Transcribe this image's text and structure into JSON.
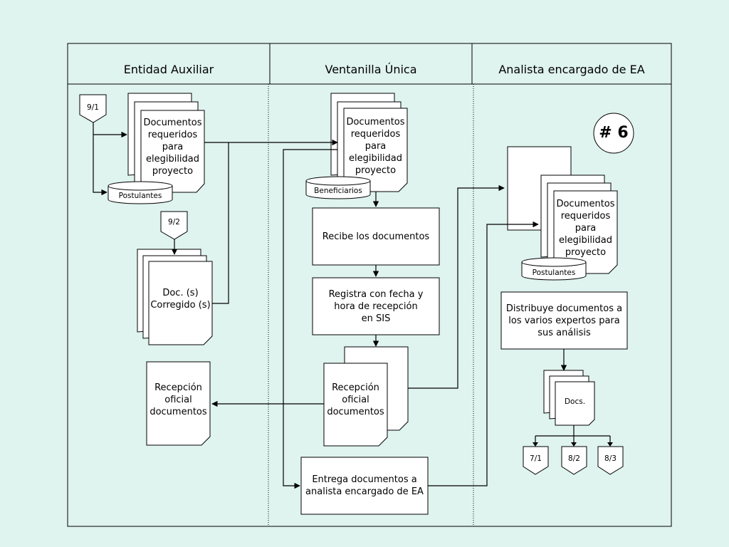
{
  "lanes": {
    "entidad": "Entidad Auxiliar",
    "ventanilla": "Ventanilla Única",
    "analista": "Analista encargado de EA"
  },
  "connectors": {
    "c9_1": "9/1",
    "c9_2": "9/2",
    "c7_1": "7/1",
    "c8_2": "8/2",
    "c8_3": "8/3"
  },
  "step_number": "# 6",
  "documents": {
    "docs_requeridos": "Documentos\nrequeridos\npara\nelegibilidad\nproyecto",
    "doc_corregido": "Doc. (s)\nCorregido (s)",
    "recepcion_oficial": "Recepción\noficial\ndocumentos",
    "docs_short": "Docs."
  },
  "databases": {
    "postulantes": "Postulantes",
    "beneficiarios": "Beneficiarios"
  },
  "processes": {
    "recibe": "Recibe los documentos",
    "registra": "Registra con fecha y\nhora de recepción\nen SIS",
    "entrega": "Entrega documentos a\nanalista encargado de EA",
    "distribuye": "Distribuye documentos a\nlos varios expertos para\nsus análisis"
  }
}
